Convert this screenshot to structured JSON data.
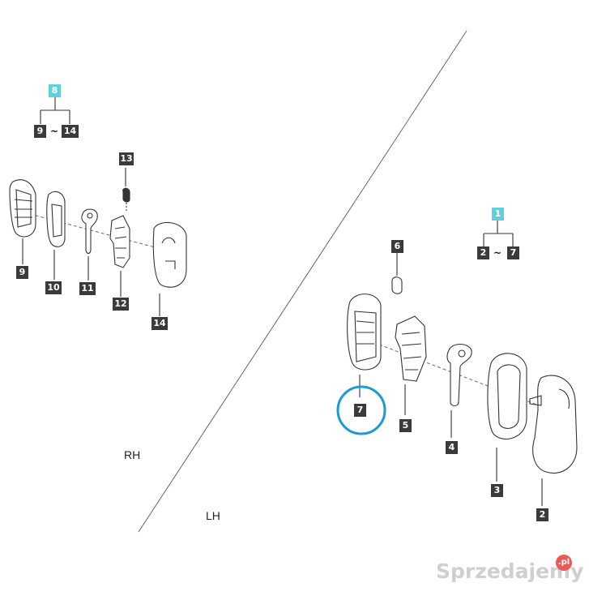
{
  "groups": {
    "rh_assembly": {
      "label": "8",
      "range_start": "9",
      "range_sep": "~",
      "range_end": "14"
    },
    "lh_assembly": {
      "label": "1",
      "range_start": "2",
      "range_sep": "~",
      "range_end": "7"
    }
  },
  "parts": [
    "2",
    "3",
    "4",
    "5",
    "6",
    "7",
    "9",
    "10",
    "11",
    "12",
    "13",
    "14"
  ],
  "sides": {
    "rh": "RH",
    "lh": "LH"
  },
  "highlight": {
    "part": "7",
    "color": "#1a9ad6"
  },
  "watermark": {
    "text": "Sprzedajemy",
    "badge": ".pl"
  },
  "colors": {
    "tag_dark": "#3a3a3a",
    "tag_cyan": "#5fd0dc",
    "line": "#444444"
  }
}
